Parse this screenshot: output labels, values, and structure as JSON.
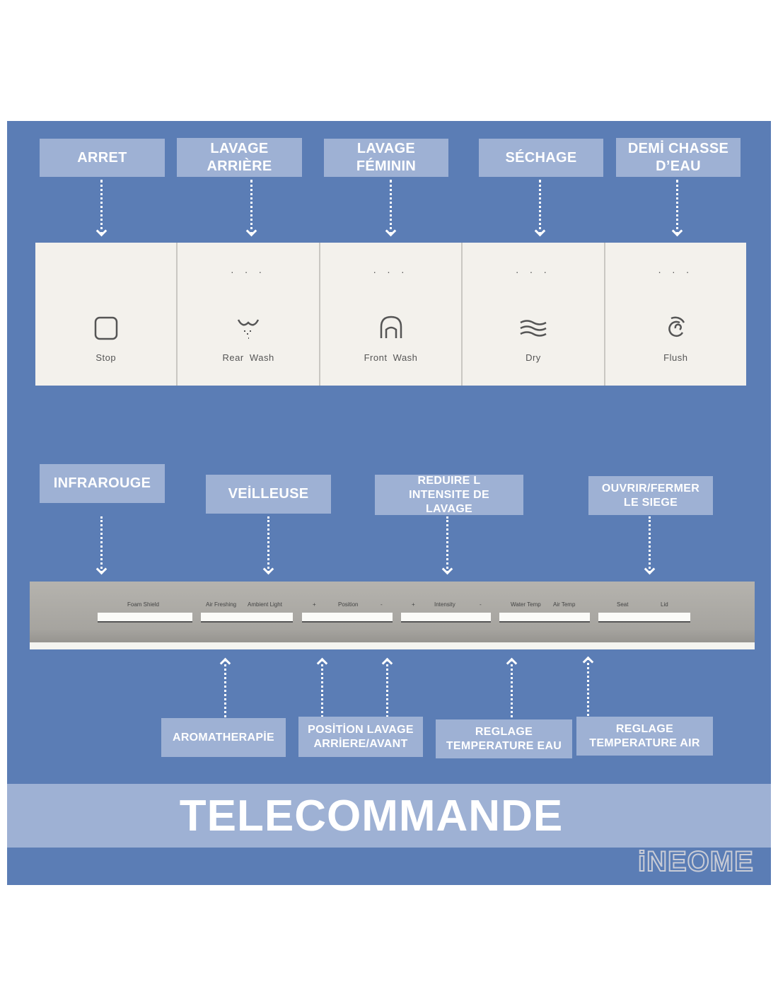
{
  "top_labels": [
    "ARRET",
    "LAVAGE ARRIÈRE",
    "LAVAGE FÉMININ",
    "SÉCHAGE",
    "DEMİ CHASSE D’EAU"
  ],
  "remote_buttons": [
    {
      "label": "Stop",
      "icon": "square-icon"
    },
    {
      "label": "Rear  Wash",
      "icon": "rear-wash-icon"
    },
    {
      "label": "Front  Wash",
      "icon": "front-wash-icon"
    },
    {
      "label": "Dry",
      "icon": "waves-icon"
    },
    {
      "label": "Flush",
      "icon": "swirl-icon"
    }
  ],
  "dots": ". . .",
  "mid_labels": [
    "INFRAROUGE",
    "VEİLLEUSE",
    "REDUIRE L INTENSITE DE LAVAGE",
    "OUVRIR/FERMER LE SIEGE"
  ],
  "bar_texts": [
    "Foam Shield",
    "Air Freshing",
    "Ambient Light",
    "+",
    "Position",
    "-",
    "+",
    "Intensity",
    "-",
    "Water Temp",
    "Air Temp",
    "Seat",
    "Lid"
  ],
  "bottom_labels": [
    "AROMATHERAPİE",
    "POSİTİON LAVAGE ARRİERE/AVANT",
    "REGLAGE TEMPERATURE EAU",
    "REGLAGE TEMPERATURE AIR"
  ],
  "banner": "TELECOMMANDE",
  "logo": "iNEOME",
  "colors": {
    "background": "#5b7db5",
    "label": "#9eb1d4"
  }
}
